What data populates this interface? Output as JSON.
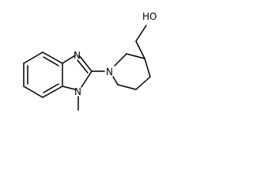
{
  "molecule": {
    "atoms": {
      "n_imidazole": "N",
      "n_methyl": "N",
      "n_piperidine": "N",
      "hydroxyl": "HO"
    },
    "bond_color": "#000000",
    "background_color": "#ffffff"
  }
}
